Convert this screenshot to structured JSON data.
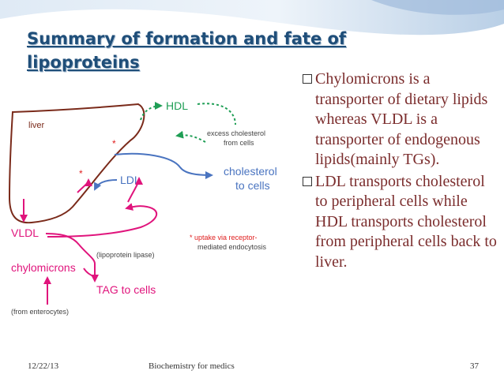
{
  "title": "Summary of formation and fate of lipoproteins",
  "bullets": [
    "Chylomicrons is a transporter of dietary lipids whereas VLDL is a transporter of endogenous lipids(mainly TGs).",
    "LDL transports cholesterol to peripheral cells while HDL transports cholesterol from peripheral cells back to liver."
  ],
  "diagram": {
    "liver": "liver",
    "hdl": "HDL",
    "excess_line1": "excess cholesterol",
    "excess_line2": "from cells",
    "ldl": "LDL",
    "cholesterol_line1": "cholesterol",
    "cholesterol_line2": "to cells",
    "uptake_line1": "* uptake via receptor-",
    "uptake_line2": "mediated endocytosis",
    "vldl": "VLDL",
    "chylomicrons": "chylomicrons",
    "lipase": "(lipoprotein lipase)",
    "tag": "TAG to cells",
    "enterocytes": "(from enterocytes)",
    "asterisk": "*"
  },
  "footer": {
    "date": "12/22/13",
    "center": "Biochemistry for medics",
    "page": "37"
  },
  "colors": {
    "title": "#1f4e79",
    "bullet_text": "#7b2d2d",
    "liver": "#7a2a1a",
    "magenta": "#e0147c",
    "green": "#1f9e55",
    "blue": "#4a74c0",
    "red_star": "#e02020"
  }
}
